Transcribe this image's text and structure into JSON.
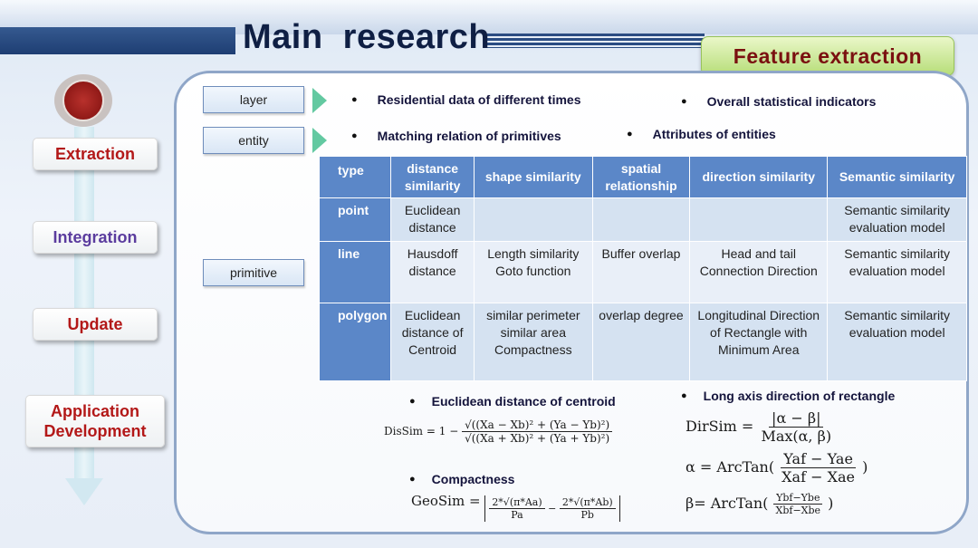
{
  "slide": {
    "title": "Main  research",
    "tag": "Feature extraction"
  },
  "sidebar": {
    "items": [
      {
        "label": "Extraction"
      },
      {
        "label": "Integration"
      },
      {
        "label": "Update"
      },
      {
        "label": "Application\nDevelopment"
      }
    ]
  },
  "levels": {
    "layer": "layer",
    "entity": "entity",
    "primitive": "primitive"
  },
  "bullets": {
    "layer_left": "Residential data of different times",
    "layer_right": "Overall statistical indicators",
    "entity_left": "Matching relation of primitives",
    "entity_right": "Attributes of entities"
  },
  "table": {
    "headers": [
      "type",
      "distance similarity",
      "shape similarity",
      "spatial relationship",
      "direction similarity",
      "Semantic similarity"
    ],
    "rows": [
      {
        "type": "point",
        "distance": "Euclidean distance",
        "shape": "",
        "spatial": "",
        "direction": "",
        "semantic": "Semantic similarity evaluation model"
      },
      {
        "type": "line",
        "distance": "Hausdoff distance",
        "shape": "Length similarity Goto function",
        "spatial": "Buffer overlap",
        "direction": "Head and tail Connection Direction",
        "semantic": "Semantic similarity evaluation model"
      },
      {
        "type": "polygon",
        "distance": "Euclidean distance of Centroid",
        "shape": "similar perimeter similar area Compactness",
        "spatial": "overlap degree",
        "direction": "Longitudinal Direction of Rectangle with Minimum Area",
        "semantic": "Semantic similarity evaluation model"
      }
    ]
  },
  "formulas": {
    "centroid_caption": "Euclidean distance of  centroid",
    "axis_caption": "Long axis direction of rectangle",
    "compactness_caption": "Compactness",
    "dissim_lhs": "DisSim = 1 −",
    "dissim_num": "√((Xa − Xb)² + (Ya − Yb)²)",
    "dissim_den": "√((Xa + Xb)² + (Ya + Yb)²)",
    "geosim_lhs": "GeoSim =",
    "geosim_term1_num": "2*√(π*Aa)",
    "geosim_term1_den": "Pa",
    "geosim_minus": "−",
    "geosim_term2_num": "2*√(π*Ab)",
    "geosim_term2_den": "Pb",
    "dirsim_lhs": "DirSim =",
    "dirsim_num": "|α − β|",
    "dirsim_den": "Max(α, β)",
    "alpha_lhs": "α = ArcTan(",
    "alpha_num": "Yaf − Yae",
    "alpha_den": "Xaf − Xae",
    "alpha_rhs": ")",
    "beta_lhs": "β= ArcTan(",
    "beta_num": "Ybf−Ybe",
    "beta_den": "Xbf−Xbe",
    "beta_rhs": ")"
  },
  "colors": {
    "accent": "#5b87c8",
    "sidebar_red": "#b31818",
    "sidebar_purple": "#5b3c9e",
    "tag_green": "#b6dd78"
  }
}
